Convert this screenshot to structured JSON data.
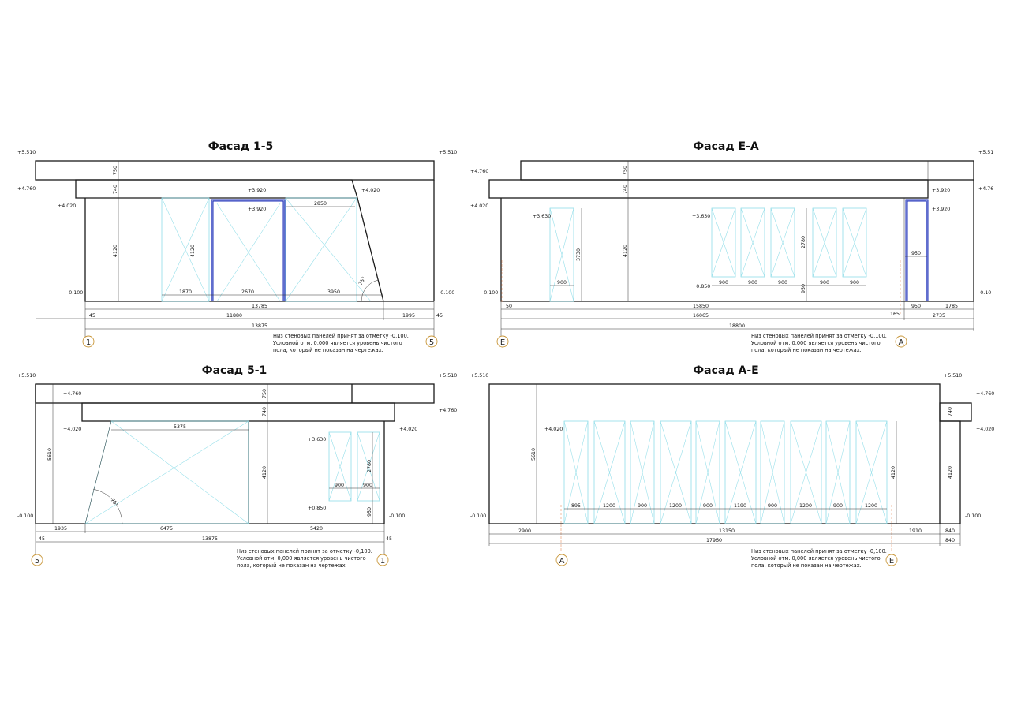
{
  "facade_1_5": {
    "title": "Фасад 1-5",
    "elevations": {
      "top_left": "+5.510",
      "top_right": "+5.510",
      "mid_left": "+4.760",
      "low_left": "+4.020",
      "right_top": "+4.020",
      "door_top": "+3.920",
      "door_inner": "+3.920",
      "bottom_left": "-0.100",
      "bottom_right": "-0.100"
    },
    "dims": {
      "d750": "750",
      "d740": "740",
      "d4120a": "4120",
      "d4120b": "4120",
      "d2850": "2850",
      "d1870": "1870",
      "d2670": "2670",
      "d3950": "3950",
      "d13785": "13785",
      "d45a": "45",
      "d11880": "11880",
      "d1995": "1995",
      "d45b": "45",
      "d13875": "13875",
      "angle": "75°"
    },
    "axes": {
      "left": "1",
      "right": "5"
    },
    "note": [
      "Низ стеновых панелей принят за отметку -0,100.",
      "Условной отм. 0,000 является уровень чистого",
      "пола, который не показан на чертежах."
    ]
  },
  "facade_e_a": {
    "title": "Фасад Е-А",
    "elevations": {
      "top_right": "+5.51",
      "mid_left": "+4.760",
      "mid_right": "+4.76",
      "low_left": "+4.020",
      "win_left": "+3.630",
      "win_mid": "+3.630",
      "sill_mid": "+0.850",
      "door_top": "+3.920",
      "door_inner": "+3.920",
      "bottom_left": "-0.100",
      "bottom_right": "-0.10"
    },
    "dims": {
      "d750": "750",
      "d740": "740",
      "d4120": "4120",
      "d3730": "3730",
      "d900a": "900",
      "d900b": "900",
      "d900c": "900",
      "d900d": "900",
      "d900e": "900",
      "d900f": "900",
      "d2780": "2780",
      "d950a": "950",
      "d950b": "950",
      "d50": "50",
      "d15850": "15850",
      "d950c": "950",
      "d1785": "1785",
      "d16065": "16065",
      "d165": "165",
      "d2735": "2735",
      "d18800": "18800"
    },
    "axes": {
      "left": "Е",
      "right": "А"
    },
    "note": [
      "Низ стеновых панелей принят за отметку -0,100.",
      "Условной отм. 0,000 является уровень чистого",
      "пола, который не показан на чертежах."
    ]
  },
  "facade_5_1": {
    "title": "Фасад 5-1",
    "elevations": {
      "top_left": "+5.510",
      "top_right": "+5.510",
      "mid_left": "+4.760",
      "mid_right": "+4.760",
      "low_left": "+4.020",
      "low_right": "+4.020",
      "win_top": "+3.630",
      "sill": "+0.850",
      "bottom_left": "-0.100",
      "bottom_right": "-0.100"
    },
    "dims": {
      "d5610": "5610",
      "d750": "750",
      "d740": "740",
      "d4120": "4120",
      "d5375": "5375",
      "d2780": "2780",
      "d900a": "900",
      "d900b": "900",
      "d950": "950",
      "d1935": "1935",
      "d6475": "6475",
      "d5420": "5420",
      "d45a": "45",
      "d13875": "13875",
      "d45b": "45",
      "angle": "75°"
    },
    "axes": {
      "left": "5",
      "right": "1"
    },
    "note": [
      "Низ стеновых панелей принят за отметку -0,100.",
      "Условной отм. 0,000 является уровень чистого",
      "пола, который не показан на чертежах."
    ]
  },
  "facade_a_e": {
    "title": "Фасад А-Е",
    "elevations": {
      "top_left": "+5.510",
      "top_right": "+5.510",
      "mid_right": "+4.760",
      "win_top": "+4.020",
      "low_right": "+4.020",
      "bottom_left": "-0.100",
      "bottom_right": "-0.100"
    },
    "dims": {
      "d5610": "5610",
      "d4120a": "4120",
      "d740": "740",
      "d4120b": "4120",
      "w895": "895",
      "w1200a": "1200",
      "w900a": "900",
      "w1200b": "1200",
      "w900b": "900",
      "w1190": "1190",
      "w900c": "900",
      "w1200c": "1200",
      "w900d": "900",
      "w1200d": "1200",
      "d2900": "2900",
      "d13150": "13150",
      "d1910": "1910",
      "d840a": "840",
      "d17960": "17960",
      "d840b": "840"
    },
    "axes": {
      "left": "А",
      "right": "Е"
    },
    "note": [
      "Низ стеновых панелей принят за отметку -0,100.",
      "Условной отм. 0,000 является уровень чистого",
      "пола, который не показан на чертежах."
    ]
  }
}
